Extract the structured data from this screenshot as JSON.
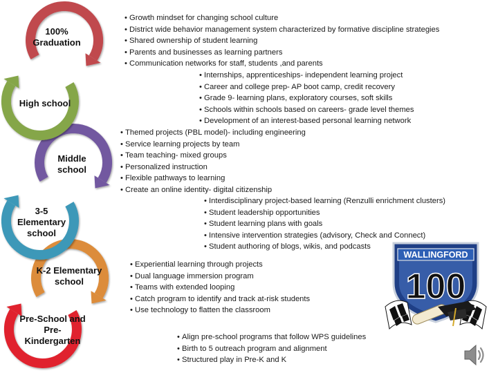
{
  "stages": [
    {
      "id": "graduation",
      "label": "100% Graduation",
      "color": "#c0484e"
    },
    {
      "id": "high-school",
      "label": "High school",
      "color": "#85a64a"
    },
    {
      "id": "middle-school",
      "label": "Middle school",
      "color": "#7258a0"
    },
    {
      "id": "elementary-3-5",
      "label": "3-5 Elementary school",
      "color": "#3d98b8"
    },
    {
      "id": "elementary-k-2",
      "label": "K-2 Elementary school",
      "color": "#dc8c3a"
    },
    {
      "id": "pre-school",
      "label": "Pre-School and Pre-Kindergarten",
      "color": "#e0242e"
    }
  ],
  "groups": [
    {
      "id": "graduation",
      "items": [
        "Growth mindset for changing school culture",
        "District wide behavior management system characterized by formative discipline strategies",
        "Shared ownership of student learning",
        "Parents and businesses as learning partners",
        "Communication networks for staff, students ,and parents"
      ]
    },
    {
      "id": "high-school",
      "items": [
        "Internships, apprenticeships- independent learning project",
        "Career and college prep- AP boot camp, credit recovery",
        "Grade 9- learning plans, exploratory courses, soft skills",
        "Schools within schools based on careers- grade level themes",
        "Development of an interest-based personal learning network"
      ]
    },
    {
      "id": "middle-school",
      "items": [
        "Themed projects (PBL model)- including engineering",
        "Service learning projects by team",
        "Team teaching- mixed groups",
        "Personalized instruction",
        "Flexible pathways to learning",
        "Create an online identity- digital citizenship"
      ]
    },
    {
      "id": "elementary-3-5",
      "items": [
        "Interdisciplinary project-based learning (Renzulli enrichment clusters)",
        "Student leadership opportunities",
        "Student learning plans with goals",
        "Intensive intervention strategies (advisory, Check and Connect)",
        "Student authoring of blogs, wikis, and podcasts"
      ]
    },
    {
      "id": "elementary-k-2",
      "items": [
        "Experiential learning through projects",
        "Dual language immersion program",
        "Teams with extended looping",
        "Catch program to identify and track at-risk students",
        "Use technology to flatten the classroom"
      ]
    },
    {
      "id": "pre-school",
      "items": [
        "Align pre-school programs that follow WPS guidelines",
        "Birth to 5 outreach program  and alignment",
        "Structured play in Pre-K and K"
      ]
    }
  ],
  "logo": {
    "word": "WALLINGFORD",
    "number": "100"
  },
  "icons": {
    "audio": "speaker-icon",
    "badge": "wallingford-100-logo"
  }
}
